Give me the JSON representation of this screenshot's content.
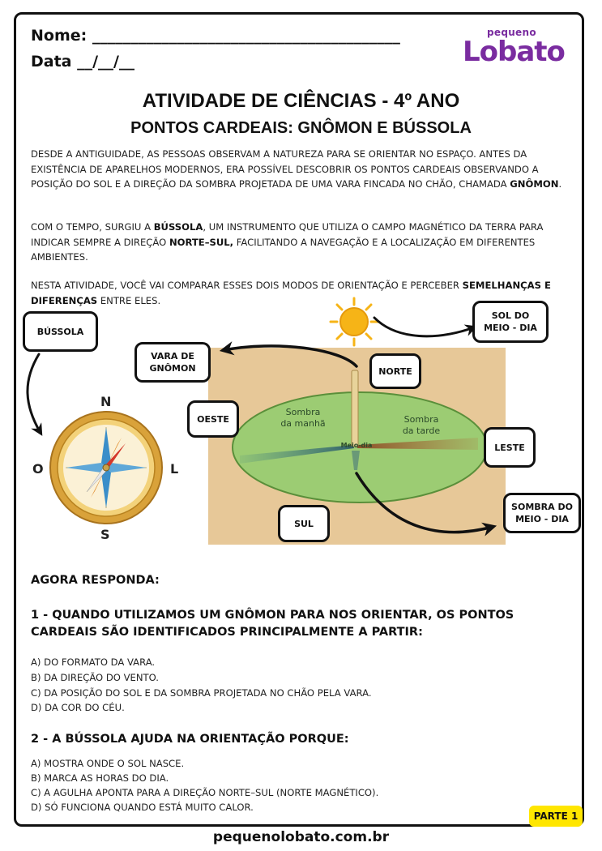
{
  "header": {
    "name_label": "Nome: ________________________________________",
    "date_label": "Data __/__/__",
    "logo_small": "pequeno",
    "logo_big": "Lobato"
  },
  "titles": {
    "main": "ATIVIDADE DE CIÊNCIAS - 4º ANO",
    "sub": "PONTOS CARDEAIS: GNÔMON E BÚSSOLA"
  },
  "intro": {
    "p1_a": "DESDE A ANTIGUIDADE, AS PESSOAS OBSERVAM A NATUREZA PARA SE ORIENTAR NO ESPAÇO. ANTES DA EXISTÊNCIA DE APARELHOS MODERNOS, ERA POSSÍVEL DESCOBRIR OS PONTOS CARDEAIS OBSERVANDO A POSIÇÃO DO SOL E A DIREÇÃO DA SOMBRA PROJETADA DE UMA VARA FINCADA NO CHÃO, CHAMADA ",
    "p1_b": "GNÔMON",
    "p1_c": ".",
    "p2_a": "COM O TEMPO, SURGIU A ",
    "p2_b": "BÚSSOLA",
    "p2_c": ", UM INSTRUMENTO QUE UTILIZA O CAMPO MAGNÉTICO DA TERRA PARA INDICAR SEMPRE A DIREÇÃO ",
    "p2_d": "NORTE–SUL,",
    "p2_e": " FACILITANDO A NAVEGAÇÃO E A LOCALIZAÇÃO EM DIFERENTES AMBIENTES.",
    "p3_a": "NESTA ATIVIDADE, VOCÊ VAI COMPARAR ESSES DOIS MODOS DE ORIENTAÇÃO E PERCEBER ",
    "p3_b": "SEMELHANÇAS E DIFERENÇAS",
    "p3_c": " ENTRE ELES."
  },
  "diagram": {
    "labels": {
      "bussola": "BÚSSOLA",
      "vara_1": "VARA DE",
      "vara_2": "GNÔMON",
      "norte": "NORTE",
      "oeste": "OESTE",
      "leste": "LESTE",
      "sul": "SUL",
      "sol_1": "SOL DO",
      "sol_2": "MEIO - DIA",
      "sombra_1": "SOMBRA DO",
      "sombra_2": "MEIO - DIA"
    },
    "compass_letters": {
      "n": "N",
      "s": "S",
      "o": "O",
      "l": "L"
    },
    "shadow_labels": {
      "manha_1": "Sombra",
      "manha_2": "da manhã",
      "tarde_1": "Sombra",
      "tarde_2": "da tarde",
      "meio": "Meio-dia"
    },
    "colors": {
      "sand": "#e7c898",
      "field": "#9ccc73",
      "field_border": "#5a8f3a",
      "compass_ring": "#d9a23a",
      "compass_face": "#fbf1d6",
      "sun": "#f6b417"
    }
  },
  "questions": {
    "heading": "AGORA RESPONDA:",
    "q1": {
      "title": "1 - QUANDO UTILIZAMOS UM GNÔMON PARA NOS ORIENTAR, OS PONTOS CARDEAIS SÃO IDENTIFICADOS PRINCIPALMENTE A PARTIR:",
      "options": [
        "A) DO FORMATO DA VARA.",
        "B) DA DIREÇÃO DO VENTO.",
        "C) DA POSIÇÃO DO SOL E DA SOMBRA PROJETADA NO CHÃO PELA VARA.",
        "D) DA COR DO CÉU."
      ]
    },
    "q2": {
      "title": "2 - A BÚSSOLA AJUDA NA ORIENTAÇÃO PORQUE:",
      "options": [
        "A) MOSTRA ONDE O SOL NASCE.",
        "B) MARCA AS HORAS DO DIA.",
        "C) A AGULHA APONTA PARA A DIREÇÃO NORTE–SUL (NORTE MAGNÉTICO).",
        "D) SÓ FUNCIONA QUANDO ESTÁ MUITO CALOR."
      ]
    }
  },
  "footer": {
    "badge": "PARTE 1",
    "site": "pequenolobato.com.br"
  }
}
